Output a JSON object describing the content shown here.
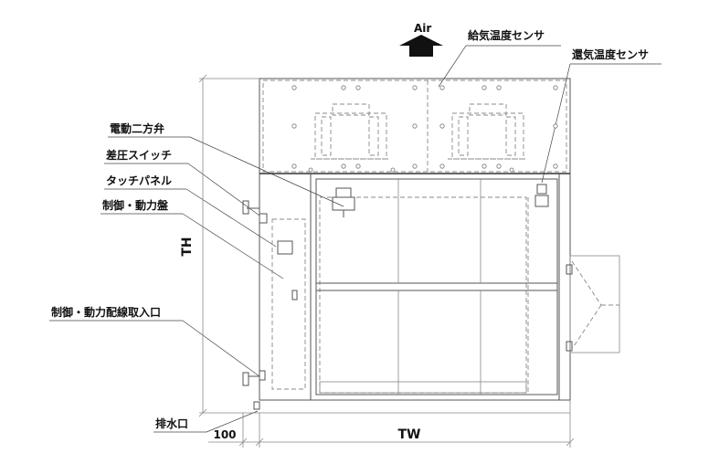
{
  "labels": {
    "air": "Air",
    "supply_temp_sensor": "給気温度センサ",
    "return_temp_sensor": "還気温度センサ",
    "two_way_valve": "電動二方弁",
    "diff_pressure_switch": "差圧スイッチ",
    "touch_panel": "タッチパネル",
    "control_panel": "制御・動力盤",
    "wiring_inlet": "制御・動力配線取入口",
    "drain": "排水口",
    "height_dim": "TH",
    "width_dim": "TW",
    "offset_dim": "100"
  },
  "colors": {
    "line": "#555555",
    "dash": "#888888",
    "text": "#111111",
    "arrow": "#111111"
  }
}
